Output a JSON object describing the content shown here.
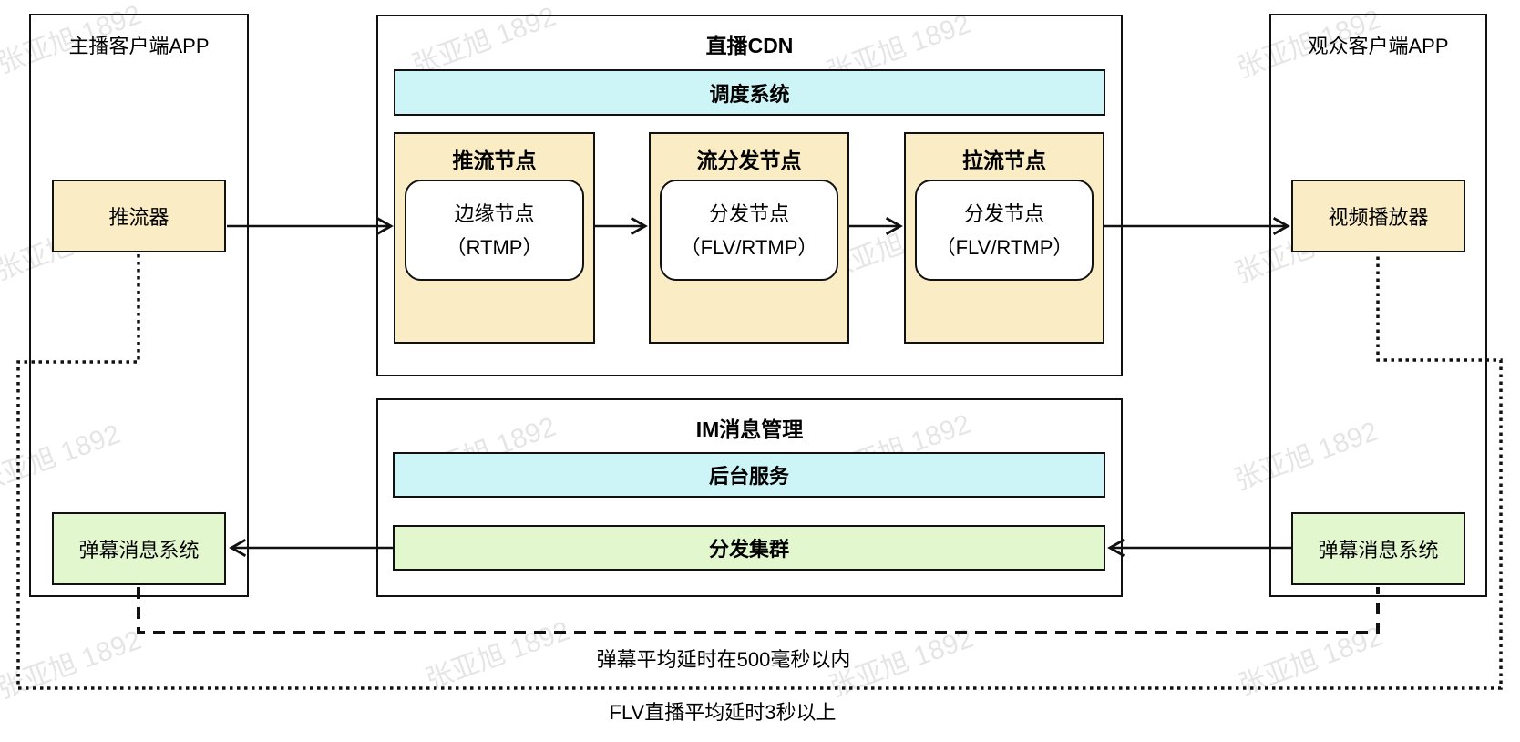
{
  "watermark": {
    "text": "张亚旭 1892"
  },
  "anchor_app": {
    "title": "主播客户端APP",
    "pusher_label": "推流器",
    "danmaku_label": "弹幕消息系统"
  },
  "cdn": {
    "title": "直播CDN",
    "scheduler_label": "调度系统",
    "nodes": [
      {
        "title": "推流节点",
        "inner_line1": "边缘节点",
        "inner_line2": "（RTMP）"
      },
      {
        "title": "流分发节点",
        "inner_line1": "分发节点",
        "inner_line2": "（FLV/RTMP）"
      },
      {
        "title": "拉流节点",
        "inner_line1": "分发节点",
        "inner_line2": "（FLV/RTMP）"
      }
    ]
  },
  "im": {
    "title": "IM消息管理",
    "backend_label": "后台服务",
    "cluster_label": "分发集群"
  },
  "viewer_app": {
    "title": "观众客户端APP",
    "player_label": "视频播放器",
    "danmaku_label": "弹幕消息系统"
  },
  "annotations": {
    "danmaku_delay": "弹幕平均延时在500毫秒以内",
    "flv_delay": "FLV直播平均延时3秒以上"
  },
  "colors": {
    "node_fill": "#FAEDC6",
    "scheduler_fill": "#CDF5F8",
    "cluster_fill": "#E3F7CF",
    "line": "#111111",
    "watermark": "rgba(0,0,0,0.10)"
  }
}
